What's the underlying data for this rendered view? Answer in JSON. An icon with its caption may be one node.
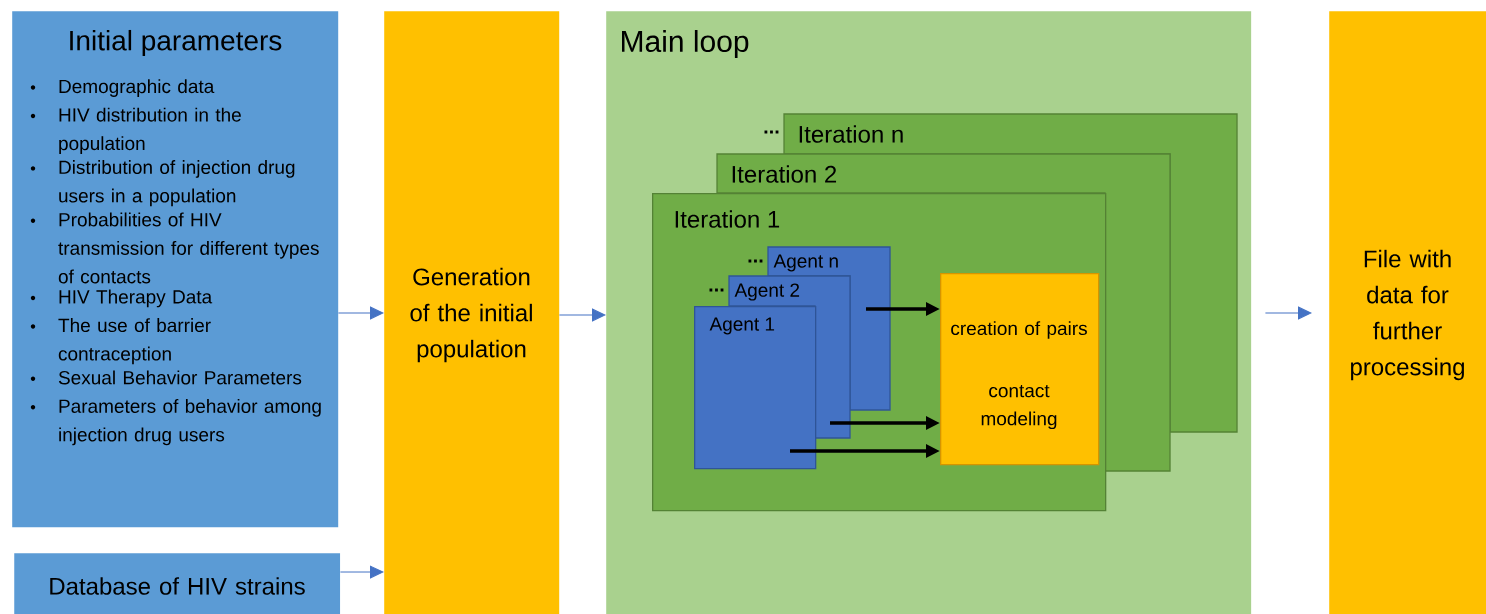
{
  "diagram": {
    "nodes": [
      {
        "text": [
          "Initial parameters",
          "Demographic data",
          "HIV distribution in the population",
          "Distribution of injection drug users in a population",
          "Probabilities of HIV transmission for different types of contacts",
          "HIV Therapy Data",
          "The use of barrier contraception",
          "Sexual Behavior Parameters",
          "Parameters of behavior among injection drug users"
        ]
      },
      {
        "text": [
          "Database of HIV strains"
        ]
      },
      {
        "text": [
          "Generation of the initial population"
        ]
      },
      {
        "text": [
          "Main loop"
        ]
      },
      {
        "text": [
          "Iteration n"
        ],
        "in": 3,
        "beside": [
          "..."
        ]
      },
      {
        "text": [
          "Iteration 2"
        ],
        "in": 3
      },
      {
        "text": [
          "Iteration 1"
        ],
        "in": 3
      },
      {
        "text": [
          "Agent n"
        ],
        "in": 6,
        "beside": [
          "..."
        ]
      },
      {
        "text": [
          "Agent 2"
        ],
        "in": 6,
        "beside": [
          "..."
        ]
      },
      {
        "text": [
          "Agent 1"
        ],
        "in": 6
      },
      {
        "text": [
          "creation of pairs",
          "contact modeling"
        ],
        "in": 6
      },
      {
        "text": [
          "File with data for further processing"
        ]
      }
    ],
    "edges": [
      {
        "from": 0,
        "to": 2,
        "arrow": "to"
      },
      {
        "from": 1,
        "to": 2,
        "arrow": "to"
      },
      {
        "from": 2,
        "to": 3,
        "arrow": "to"
      },
      {
        "from": 3,
        "to": 11,
        "arrow": "to"
      },
      {
        "from": 7,
        "to": 10,
        "arrow": "to",
        "style": "thick",
        "color": "#000000"
      },
      {
        "from": 8,
        "to": 10,
        "arrow": "to",
        "style": "thick",
        "color": "#000000"
      },
      {
        "from": 9,
        "to": 10,
        "arrow": "to",
        "style": "thick",
        "color": "#000000"
      }
    ]
  }
}
